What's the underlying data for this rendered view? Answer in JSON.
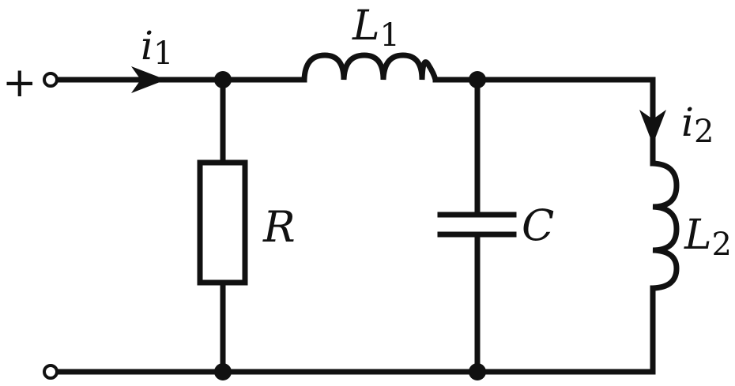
{
  "terminal_sign": "+",
  "current_1": {
    "symbol": "i",
    "subscript": "1"
  },
  "current_2": {
    "symbol": "i",
    "subscript": "2"
  },
  "inductor_1": {
    "symbol": "L",
    "subscript": "1"
  },
  "inductor_2": {
    "symbol": "L",
    "subscript": "2"
  },
  "resistor": {
    "symbol": "R"
  },
  "capacitor": {
    "symbol": "C"
  },
  "colors": {
    "ink": "#111111",
    "background": "#ffffff"
  }
}
